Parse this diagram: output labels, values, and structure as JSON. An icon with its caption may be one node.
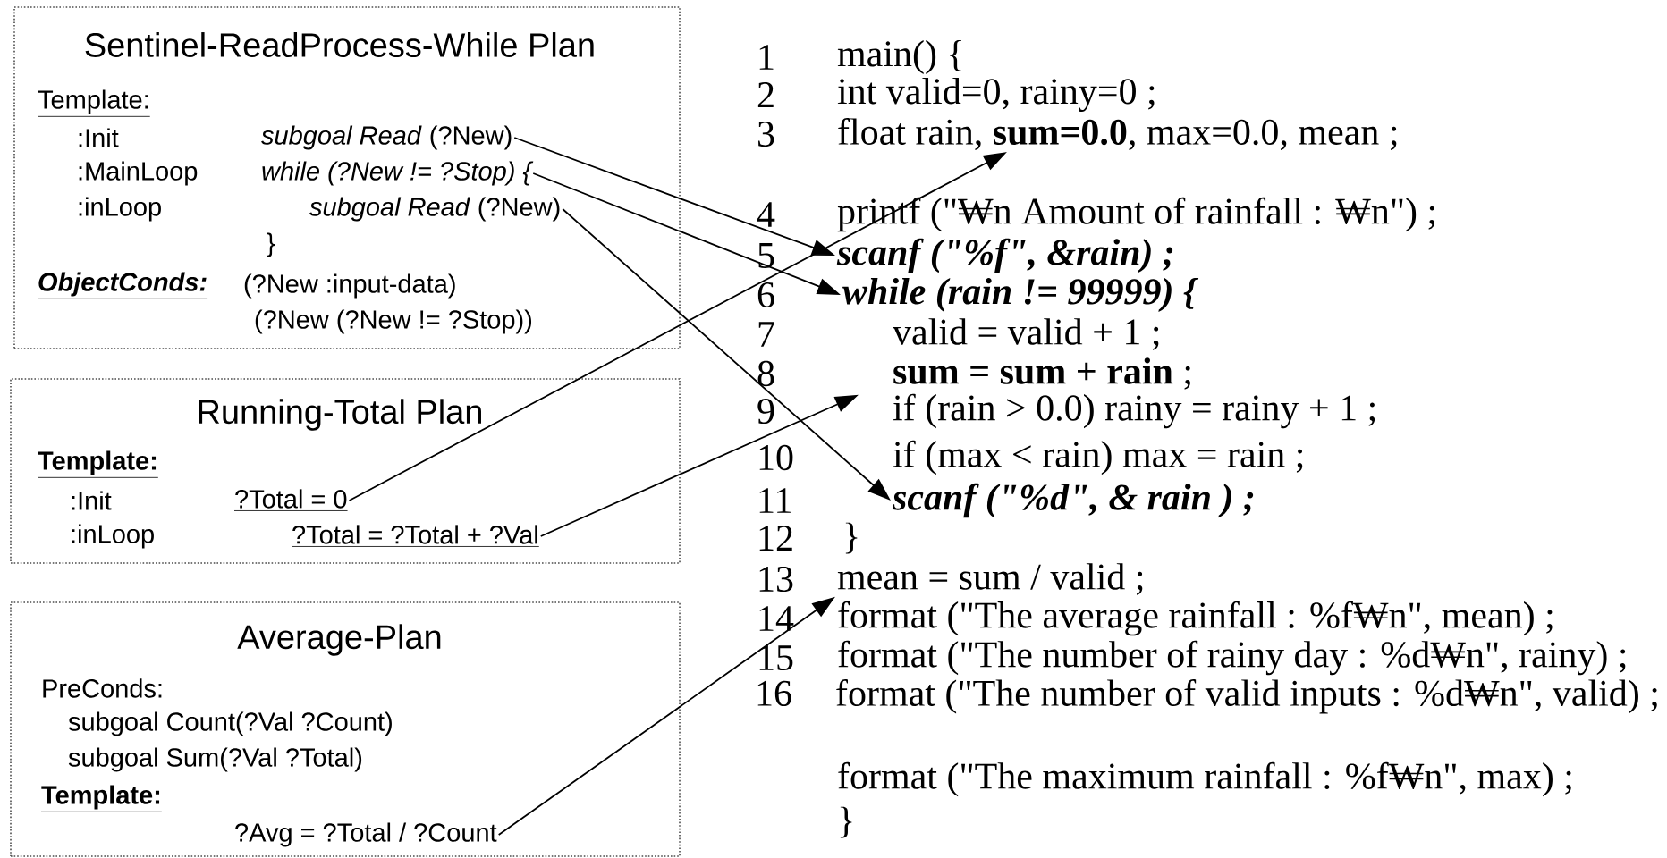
{
  "diagram": {
    "nodes": [
      {
        "text": [
          "Sentinel-ReadProcess-While Plan",
          "Template:",
          ":Init",
          ":MainLoop",
          ":inLoop",
          "}",
          "ObjectConds:",
          "(?New :input-data)",
          "(?New (?New != ?Stop))"
        ]
      },
      {
        "text": [
          "*subgoal Read* (?New)"
        ],
        "in": 0
      },
      {
        "text": [
          "while (?New != ?Stop) {"
        ],
        "in": 0
      },
      {
        "text": [
          "*subgoal Read* (?New)"
        ],
        "in": 0
      },
      {
        "text": [
          "Running-Total Plan",
          "Template:",
          ":Init",
          ":inLoop"
        ]
      },
      {
        "text": [
          "?Total = 0"
        ],
        "in": 4
      },
      {
        "text": [
          "?Total = ?Total + ?Val"
        ],
        "in": 4
      },
      {
        "text": [
          "Average-Plan",
          "PreConds:",
          "subgoal Count(?Val ?Count)",
          "subgoal Sum(?Val ?Total)",
          "Template:"
        ]
      },
      {
        "text": [
          "?Avg = ?Total / ?Count"
        ],
        "in": 7
      },
      {
        "text": [
          "float rain, **sum=0.0**, max=0.0, mean ;"
        ]
      },
      {
        "text": [
          "scanf (\"%f\", &rain) ;"
        ]
      },
      {
        "text": [
          "while (rain != 99999) {"
        ]
      },
      {
        "text": [
          "**sum = sum + rain** ;"
        ]
      },
      {
        "text": [
          "scanf (\"%d\", & rain ) ;"
        ]
      },
      {
        "text": [
          "mean = sum / valid ;"
        ]
      }
    ],
    "edges": [
      {
        "from": 1,
        "to": 10,
        "arrow": "to"
      },
      {
        "from": 2,
        "to": 11,
        "arrow": "to"
      },
      {
        "from": 3,
        "to": 13,
        "arrow": "to"
      },
      {
        "from": 5,
        "to": 9,
        "arrow": "to"
      },
      {
        "from": 6,
        "to": 12,
        "arrow": "to"
      },
      {
        "from": 8,
        "to": 14,
        "arrow": "to"
      }
    ],
    "labels": [
      "1",
      "main() {",
      "2",
      "int valid=0, rainy=0 ;",
      "3",
      "4",
      "printf (\"₩n Amount of rainfall : ₩n\") ;",
      "5",
      "6",
      "7",
      "valid = valid + 1 ;",
      "8",
      "9",
      "if (rain > 0.0) rainy = rainy + 1 ;",
      "10",
      "if (max < rain) max = rain ;",
      "11",
      "12",
      "}",
      "13",
      "14",
      "format (\"The average rainfall : %f₩n\", mean) ;",
      "15",
      "format (\"The number of rainy day : %d₩n\", rainy) ;",
      "16",
      "format (\"The number of valid inputs : %d₩n\", valid) ;",
      "format (\"The maximum rainfall : %f₩n\", max) ;",
      "}"
    ]
  }
}
